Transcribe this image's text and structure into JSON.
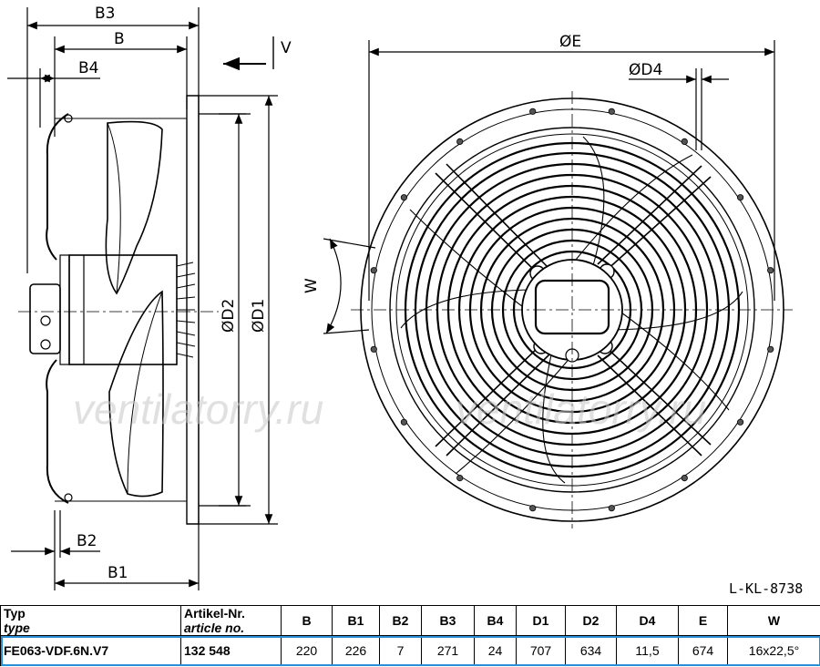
{
  "drawing": {
    "labels": {
      "b3": "B3",
      "b": "B",
      "b4": "B4",
      "b2": "B2",
      "b1": "B1",
      "v": "V",
      "d2": "ØD2",
      "d1": "ØD1",
      "e": "ØE",
      "d4": "ØD4",
      "w": "W",
      "drawing_code": "L-KL-8738"
    },
    "watermark": "ventilatorry.ru"
  },
  "table": {
    "headers": [
      {
        "key": "typ",
        "label": "Typ",
        "sub": "type"
      },
      {
        "key": "article",
        "label": "Artikel-Nr.",
        "sub": "article no."
      },
      {
        "key": "b",
        "label": "B"
      },
      {
        "key": "b1",
        "label": "B1"
      },
      {
        "key": "b2",
        "label": "B2"
      },
      {
        "key": "b3",
        "label": "B3"
      },
      {
        "key": "b4",
        "label": "B4"
      },
      {
        "key": "d1",
        "label": "D1"
      },
      {
        "key": "d2",
        "label": "D2"
      },
      {
        "key": "d4",
        "label": "D4"
      },
      {
        "key": "e",
        "label": "E"
      },
      {
        "key": "w",
        "label": "W"
      }
    ],
    "rows": [
      {
        "typ": "FE063-VDF.6N.V7",
        "article": "132 548",
        "b": "220",
        "b1": "226",
        "b2": "7",
        "b3": "271",
        "b4": "24",
        "d1": "707",
        "d2": "634",
        "d4": "11,5",
        "e": "674",
        "w": "16x22,5°"
      }
    ]
  }
}
